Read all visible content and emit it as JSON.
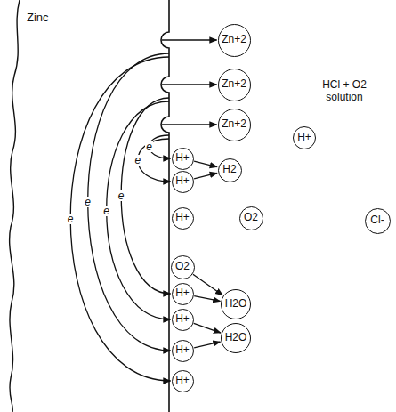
{
  "diagram": {
    "nodes": [
      {
        "text": [
          "Zinc"
        ]
      },
      {
        "text": [
          "Zn+2"
        ]
      },
      {
        "text": [
          "Zn+2"
        ]
      },
      {
        "text": [
          "Zn+2"
        ]
      },
      {
        "text": [
          "H+"
        ]
      },
      {
        "text": [
          "H+"
        ]
      },
      {
        "text": [
          "H2"
        ]
      },
      {
        "text": [
          "H+"
        ]
      },
      {
        "text": [
          "H+"
        ]
      },
      {
        "text": [
          "O2"
        ]
      },
      {
        "text": [
          "Cl-"
        ]
      },
      {
        "text": [
          "O2"
        ]
      },
      {
        "text": [
          "H+"
        ]
      },
      {
        "text": [
          "H+"
        ]
      },
      {
        "text": [
          "H+"
        ]
      },
      {
        "text": [
          "H+"
        ]
      },
      {
        "text": [
          "H2O"
        ]
      },
      {
        "text": [
          "H2O"
        ]
      }
    ],
    "edges": [
      {
        "from": 0,
        "to": 1,
        "arrow": "to"
      },
      {
        "from": 0,
        "to": 2,
        "arrow": "to"
      },
      {
        "from": 0,
        "to": 3,
        "arrow": "to"
      },
      {
        "from": 0,
        "to": 4,
        "label": "e",
        "arrow": "to"
      },
      {
        "from": 0,
        "to": 5,
        "label": "e",
        "arrow": "to"
      },
      {
        "from": 0,
        "to": 12,
        "label": "e",
        "arrow": "to"
      },
      {
        "from": 0,
        "to": 13,
        "label": "e",
        "arrow": "to"
      },
      {
        "from": 0,
        "to": 14,
        "label": "e",
        "arrow": "to"
      },
      {
        "from": 0,
        "to": 15,
        "label": "e",
        "arrow": "to"
      },
      {
        "from": 4,
        "to": 6,
        "arrow": "to"
      },
      {
        "from": 5,
        "to": 6,
        "arrow": "to"
      },
      {
        "from": 11,
        "to": 16,
        "arrow": "to"
      },
      {
        "from": 12,
        "to": 16,
        "arrow": "to"
      },
      {
        "from": 13,
        "to": 17,
        "arrow": "to"
      },
      {
        "from": 14,
        "to": 17,
        "arrow": "to"
      }
    ],
    "labels": [
      "HCl + O2 solution"
    ]
  }
}
